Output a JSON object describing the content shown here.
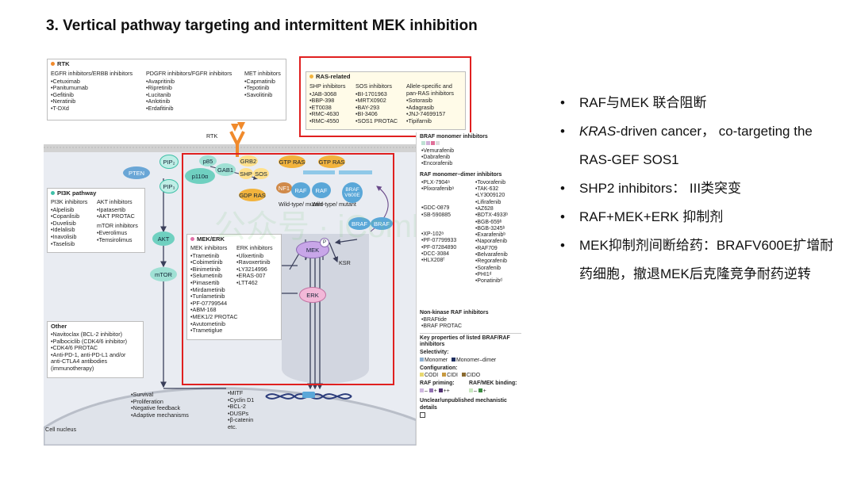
{
  "slide": {
    "title": "3. Vertical pathway targeting and intermittent MEK inhibition"
  },
  "figure": {
    "watermark": "公众号 · iCombo",
    "rtk_box": {
      "title": "RTK",
      "col1_title": "EGFR inhibitors/ERBB inhibitors",
      "col1_items": [
        "Cetuximab",
        "Panitumumab",
        "Gefitinib",
        "Neratinib",
        "T-DXd"
      ],
      "col2_title": "PDGFR inhibitors/FGFR inhibitors",
      "col2_items": [
        "Avapritinib",
        "Ripretinib",
        "Lucitanib",
        "Anlotinib",
        "Erdafitinib"
      ],
      "col3_title": "MET inhibitors",
      "col3_items": [
        "Capmatinib",
        "Tepotinib",
        "Savolitinib"
      ]
    },
    "ras_box": {
      "title": "RAS-related",
      "col1_title": "SHP inhibitors",
      "col1_items": [
        "JAB-3068",
        "BBP-398",
        "ET0038",
        "RMC-4630",
        "RMC-4550"
      ],
      "col2_title": "SOS inhibitors",
      "col2_items": [
        "BI-1701963",
        "MRTX0902",
        "BAY-293",
        "BI-3406",
        "SOS1 PROTAC"
      ],
      "col3_title": "Allele-specific and pan-RAS inhibitors",
      "col3_items": [
        "Sotorasib",
        "Adagrasib",
        "JNJ-74699157",
        "Tipifarnib"
      ]
    },
    "pi3k_box": {
      "title": "PI3K pathway",
      "col1_title": "PI3K inhibitors",
      "col1_items": [
        "Alpelisib",
        "Copanlisib",
        "Duvelisib",
        "Idelalisib",
        "Inavolisib",
        "Taselisib"
      ],
      "col2_title": "AKT inhibitors",
      "col2_items": [
        "Ipatasertib",
        "AKT PROTAC"
      ],
      "col3_title": "mTOR inhibitors",
      "col3_items": [
        "Everolimus",
        "Temsirolimus"
      ]
    },
    "mek_erk_box": {
      "title": "MEK/ERK",
      "col1_title": "MEK inhibitors",
      "col1_items": [
        "Trametinib",
        "Cobimetinib",
        "Binimetinib",
        "Selumetinib",
        "Pimasertib",
        "Mirdametinib",
        "Tunlametinib",
        "PF-07799544",
        "ABM-168",
        "MEK1/2 PROTAC",
        "Avutometinib",
        "Trametiglue"
      ],
      "col2_title": "ERK inhibitors",
      "col2_items": [
        "Ulixertinib",
        "Ravoxertinib",
        "LY3214996",
        "ERAS-007",
        "LTT462"
      ]
    },
    "other_box": {
      "title": "Other",
      "items": [
        "Navitoclax (BCL-2 inhibitor)",
        "Palbociclib (CDK4/6 inhibitor)",
        "CDK4/6 PROTAC",
        "Anti-PD-1, anti-PD-L1 and/or",
        "anti-CTLA4 antibodies",
        "(immunotherapy)"
      ]
    },
    "nodes": {
      "rtk": "RTK",
      "pten": "PTEN",
      "pip2": "PIP₂",
      "pip3": "PIP₃",
      "p85": "p85",
      "p110a": "p110α",
      "gab1": "GAB1",
      "grb2": "GRB2",
      "shp": "SHP",
      "sos": "SOS",
      "gtp_ras_1": "GTP RAS",
      "gtp_ras_2": "GTP RAS",
      "gdp_ras": "GDP RAS",
      "nf1": "NF1",
      "raf_1": "RAF",
      "raf_2": "RAF",
      "braf_v600e": "BRAF V600E",
      "braf_1": "BRAF",
      "braf_2": "BRAF",
      "akt": "AKT",
      "mtor": "mTOR",
      "mek": "MEK",
      "erk": "ERK",
      "ksr": "KSR",
      "p": "P",
      "wild_type_1": "Wild-type/ mutant",
      "wild_type_2": "Wild-type/ mutant",
      "cell_nucleus": "Cell nucleus"
    },
    "outcomes": [
      "Survival",
      "Proliferation",
      "Negative feedback",
      "Adaptive mechanisms"
    ],
    "targets": [
      "MITF",
      "Cyclin D1",
      "BCL-2",
      "DUSPs",
      "β-catenin",
      "etc."
    ],
    "right_panel": {
      "braf_mono_title": "BRAF monomer inhibitors",
      "braf_mono_items": [
        "Vemurafenib",
        "Dabrafenib",
        "Encorafenib"
      ],
      "raf_md_title": "RAF monomer–dimer inhibitors",
      "raf_md_left": [
        "PLX-7904ᵃ",
        "Plixorafenibᵃ",
        "GDC-0879",
        "SB-590885",
        "XP-102ᵃ",
        "PF-07799933",
        "PF-07284890",
        "DCC-3084",
        "HLX208ᶠ"
      ],
      "raf_md_right": [
        "Tovorafenib",
        "TAK-632",
        "LY3009120",
        "Lifirafenib",
        "AZ628",
        "BDTX-4933ᵇ",
        "BGB-659ᵇ",
        "BGB-3245ᵇ",
        "Exarafenibᵇ",
        "Naporafenib",
        "RAF709",
        "Belvarafenib",
        "Regorafenib",
        "Sorafenib",
        "PHI1ᵈ",
        "Ponatinibᵈ"
      ],
      "nonkinase_title": "Non-kinase RAF inhibitors",
      "nonkinase_items": [
        "BRAFtide",
        "BRAF PROTAC"
      ],
      "key_title": "Key properties of listed BRAF/RAF inhibitors",
      "selectivity_title": "Selectivity:",
      "selectivity_items": [
        "Monomer",
        "Monomer–dimer"
      ],
      "conformation_title": "Configuration:",
      "conformation_items": [
        "CODI",
        "CIDI",
        "CIDO"
      ],
      "priming_title": "RAF priming:",
      "priming_items": [
        "–",
        "+",
        "++"
      ],
      "rafmek_title": "RAF/MEK binding:",
      "rafmek_items": [
        "–",
        "+"
      ],
      "unclear_text": "Unclear/unpublished mechanistic details"
    }
  },
  "bullets": [
    {
      "text": "RAF与MEK 联合阻断"
    },
    {
      "emph": "KRAS",
      "text": "-driven cancer， co-targeting the RAS-GEF SOS1"
    },
    {
      "text": "SHP2 inhibitors： III类突变"
    },
    {
      "text": "RAF+MEK+ERK 抑制剂"
    },
    {
      "text": "MEK抑制剂间断给药：BRAFV600E扩增耐药细胞，撤退MEK后克隆竞争耐药逆转"
    }
  ],
  "colors": {
    "highlight_red": "#e02020",
    "rtk_orange": "#f08a2c",
    "ras_gold": "#f2b33d",
    "pi3k_green": "#3fc0a8",
    "raf_blue": "#5aa7d8",
    "mek_purple": "#b58ad6",
    "erk_pink": "#e8a0c8",
    "membrane_gray": "#c8c8c8"
  }
}
